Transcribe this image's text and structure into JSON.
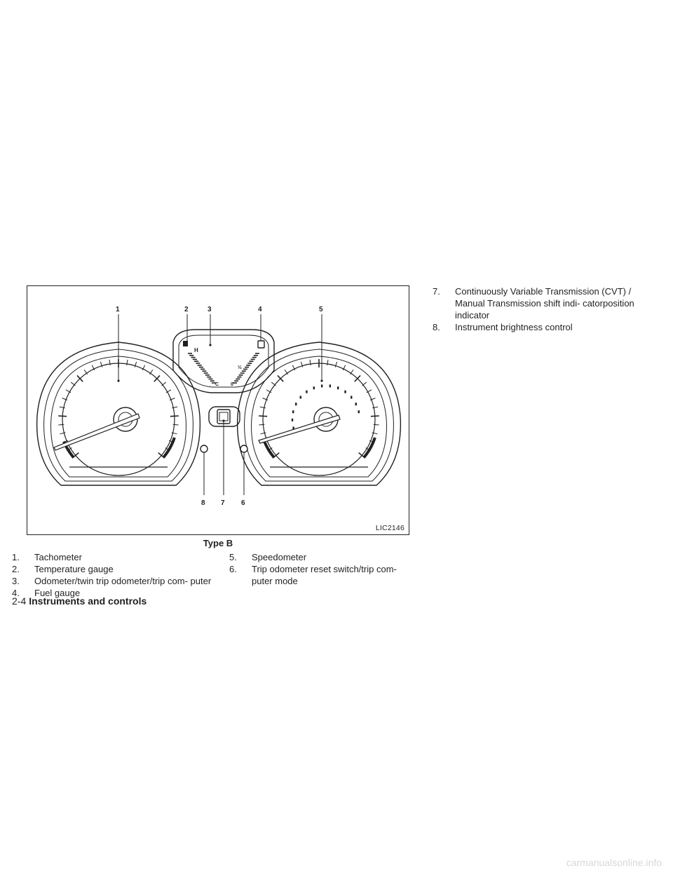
{
  "figure": {
    "id_label": "LIC2146",
    "callouts_top": [
      "1",
      "2",
      "3",
      "4",
      "5"
    ],
    "callouts_bottom": [
      "8",
      "7",
      "6"
    ],
    "gauge_marks": {
      "hot": "H",
      "cold": "C",
      "half": "½",
      "empty": "0"
    }
  },
  "caption": "Type B",
  "legend": [
    {
      "num": "1.",
      "text": "Tachometer"
    },
    {
      "num": "2.",
      "text": "Temperature gauge"
    },
    {
      "num": "3.",
      "text": "Odometer/twin trip odometer/trip com- puter"
    },
    {
      "num": "4.",
      "text": "Fuel gauge"
    },
    {
      "num": "5.",
      "text": "Speedometer"
    },
    {
      "num": "6.",
      "text": "Trip odometer reset switch/trip com- puter mode"
    },
    {
      "num": "7.",
      "text": "Continuously Variable Transmission (CVT) / Manual Transmission shift indi- catorposition indicator"
    },
    {
      "num": "8.",
      "text": "Instrument brightness control"
    }
  ],
  "footer": {
    "page": "2-4",
    "section": "Instruments and controls"
  },
  "watermark": "carmanualsonline.info"
}
